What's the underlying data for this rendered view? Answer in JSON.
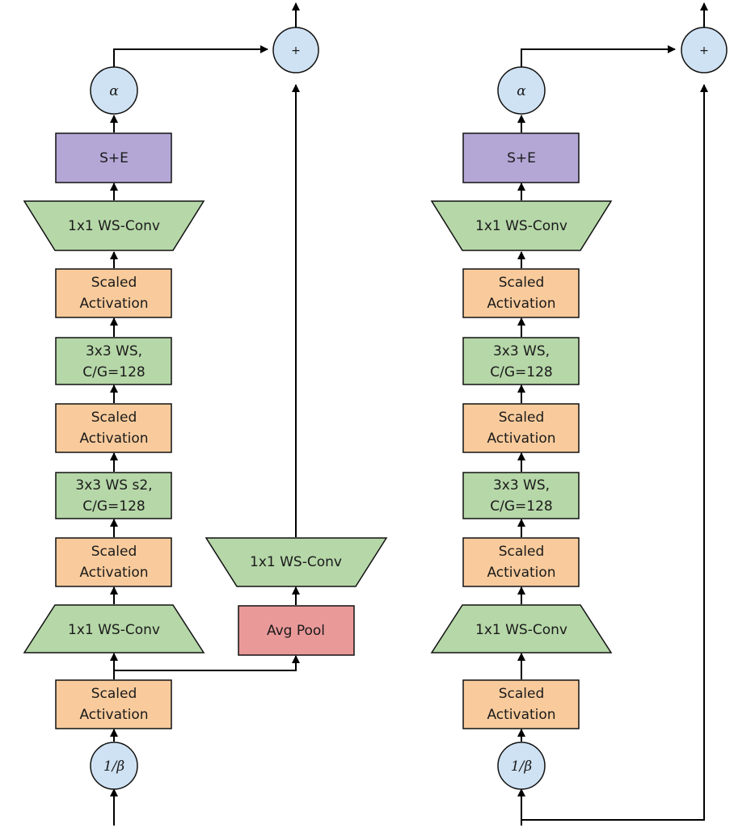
{
  "blocks": [
    {
      "nodes": {
        "scaled_activation_label": [
          "Scaled",
          "Activation"
        ],
        "conv_1x1_label": "1x1 WS-Conv",
        "conv_3x3_a_label": [
          "3x3 WS s2,",
          "C/G=128"
        ],
        "conv_3x3_b_label": [
          "3x3 WS,",
          "C/G=128"
        ],
        "se_label": "S+E",
        "alpha_label": "α",
        "beta_label": "1/β",
        "plus_label": "+"
      }
    },
    {
      "nodes": {
        "scaled_activation_label": [
          "Scaled",
          "Activation"
        ],
        "conv_1x1_label": "1x1 WS-Conv",
        "conv_3x3_a_label": [
          "3x3 WS,",
          "C/G=128"
        ],
        "conv_3x3_b_label": [
          "3x3 WS,",
          "C/G=128"
        ],
        "se_label": "S+E",
        "alpha_label": "α",
        "beta_label": "1/β",
        "plus_label": "+"
      }
    }
  ],
  "shortcut": {
    "avg_pool_label": "Avg Pool",
    "conv_1x1_label": "1x1 WS-Conv"
  },
  "colors": {
    "activation": "#f9cb9c",
    "conv": "#b6d7a8",
    "squeeze_excite": "#b4a7d6",
    "avg_pool": "#ea9999",
    "scalar": "#cfe2f3"
  }
}
